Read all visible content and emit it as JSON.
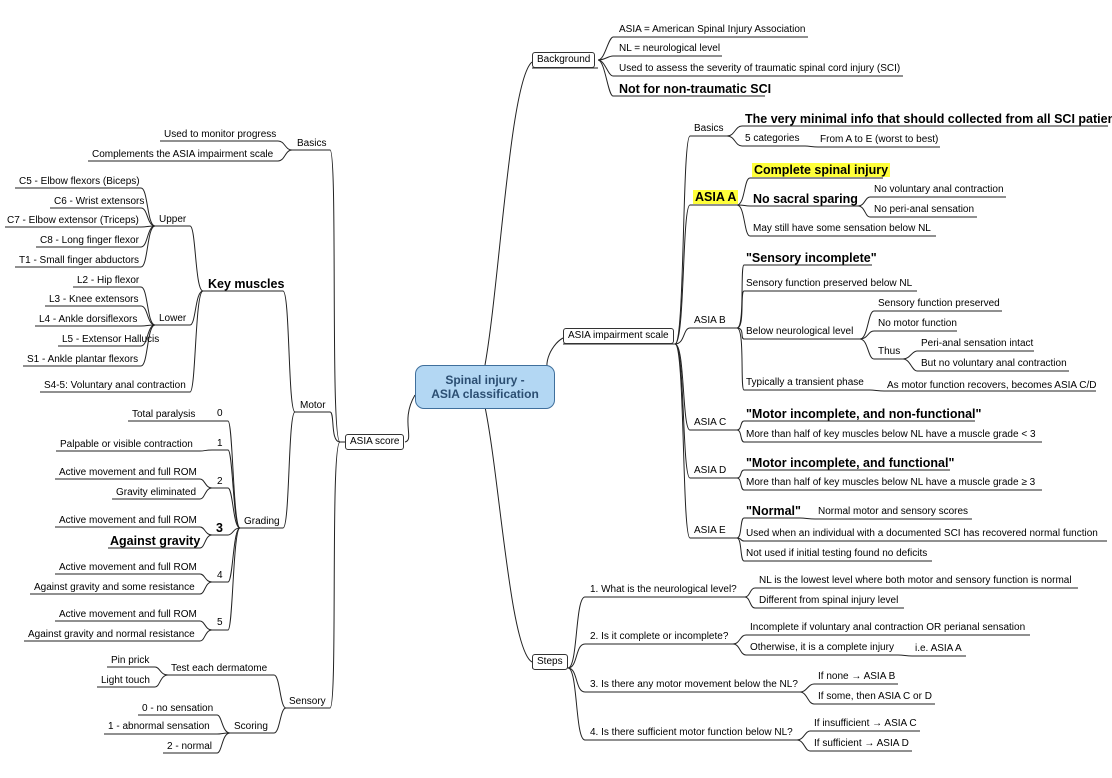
{
  "center": {
    "line1": "Spinal injury -",
    "line2": "ASIA classification"
  },
  "bg": {
    "label": "Background",
    "items": [
      "ASIA = American Spinal Injury Association",
      "NL = neurological level",
      "Used to assess the severity of traumatic spinal cord injury (SCI)",
      "Not for non-traumatic SCI"
    ]
  },
  "ais": {
    "label": "ASIA impairment scale",
    "basics": {
      "label": "Basics",
      "min": "The very minimal info that should collected from all SCI patients",
      "cat": "5 categories",
      "cat_detail": "From A to E (worst to best)"
    },
    "a": {
      "label": "ASIA A",
      "complete": "Complete spinal injury",
      "nss": "No sacral sparing",
      "no_anal": "No voluntary anal contraction",
      "no_peri": "No peri-anal sensation",
      "may": "May still have some sensation below NL"
    },
    "b": {
      "label": "ASIA B",
      "title": "\"Sensory incomplete\"",
      "sens": "Sensory function preserved below NL",
      "below": "Below neurological level",
      "sp": "Sensory function preserved",
      "nm": "No motor function",
      "thus": "Thus",
      "peri": "Peri-anal sensation intact",
      "but": "But no voluntary anal contraction",
      "trans": "Typically a transient phase",
      "recovers": "As motor function recovers, becomes ASIA C/D"
    },
    "c": {
      "label": "ASIA C",
      "title": "\"Motor incomplete, and non-functional\"",
      "desc": "More than half of key muscles below NL have a muscle grade < 3"
    },
    "d": {
      "label": "ASIA D",
      "title": "\"Motor incomplete, and functional\"",
      "desc": "More than half of key muscles below NL have a muscle grade ≥ 3"
    },
    "e": {
      "label": "ASIA E",
      "title": "\"Normal\"",
      "scores": "Normal motor and sensory scores",
      "used": "Used when an individual with a documented SCI has recovered normal function",
      "not": "Not used if initial testing found no deficits"
    }
  },
  "steps": {
    "label": "Steps",
    "s1": {
      "q": "1. What is the neurological level?",
      "a1": "NL is the lowest level where both motor and sensory function is normal",
      "a2": "Different from spinal injury level"
    },
    "s2": {
      "q": "2. Is it complete or incomplete?",
      "a1": "Incomplete if voluntary anal contraction OR perianal sensation",
      "a2": "Otherwise, it is a complete injury",
      "a3": "i.e. ASIA A"
    },
    "s3": {
      "q": "3. Is there any motor movement below the NL?",
      "a1": "If none → ASIA B",
      "a2": "If some, then ASIA C or D"
    },
    "s4": {
      "q": "4. Is there sufficient motor function below NL?",
      "a1": "If insufficient → ASIA C",
      "a2": "If sufficient → ASIA D"
    }
  },
  "score": {
    "label": "ASIA score",
    "basics": {
      "label": "Basics",
      "i1": "Used to monitor progress",
      "i2": "Complements the ASIA impairment scale"
    },
    "motor": {
      "label": "Motor",
      "key": "Key muscles",
      "upper": {
        "label": "Upper",
        "items": [
          "C5 - Elbow flexors (Biceps)",
          "C6 - Wrist extensors",
          "C7 - Elbow extensor (Triceps)",
          "C8 - Long finger flexor",
          "T1 - Small finger abductors"
        ]
      },
      "lower": {
        "label": "Lower",
        "items": [
          "L2 - Hip flexor",
          "L3 - Knee extensors",
          "L4 - Ankle dorsiflexors",
          "L5 - Extensor Hallucis",
          "S1 - Ankle plantar flexors"
        ]
      },
      "s45": "S4-5: Voluntary anal contraction",
      "grading": {
        "label": "Grading",
        "g0": "0",
        "g0a": "Total paralysis",
        "g1": "1",
        "g1a": "Palpable or visible contraction",
        "g2": "2",
        "g2a": "Active movement and full ROM",
        "g2b": "Gravity eliminated",
        "g3": "3",
        "g3a": "Active movement and full ROM",
        "g3b": "Against gravity",
        "g4": "4",
        "g4a": "Active movement and full ROM",
        "g4b": "Against gravity and some resistance",
        "g5": "5",
        "g5a": "Active movement and full ROM",
        "g5b": "Against gravity and normal resistance"
      }
    },
    "sensory": {
      "label": "Sensory",
      "test": "Test each dermatome",
      "pin": "Pin prick",
      "light": "Light touch",
      "scoring": "Scoring",
      "s0": "0 - no sensation",
      "s1": "1 - abnormal sensation",
      "s2": "2 - normal"
    }
  }
}
